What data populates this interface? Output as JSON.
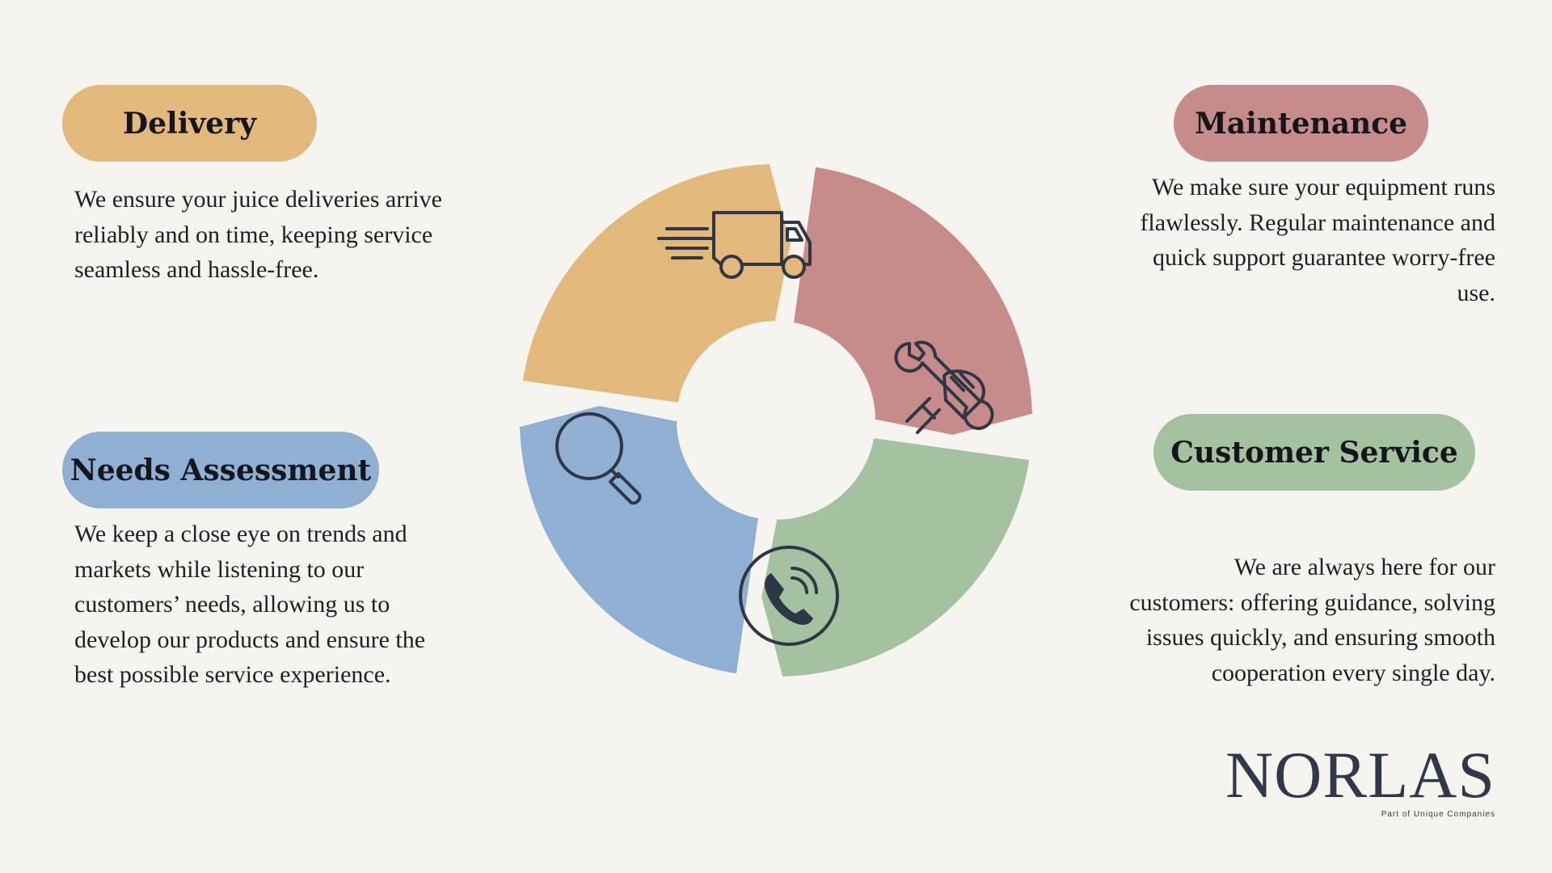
{
  "colors": {
    "background": "#f6f4ef",
    "delivery": "#e3b87b",
    "maintenance": "#c78c89",
    "needs": "#8fafd3",
    "service": "#a4c2a0",
    "icon": "#2f3646",
    "brand": "#2f394b"
  },
  "sections": {
    "delivery": {
      "title": "Delivery",
      "icon": "truck-icon",
      "lines": [
        "We ensure your juice deliveries arrive",
        "reliably and on time, keeping service",
        "seamless and hassle-free."
      ]
    },
    "maintenance": {
      "title": "Maintenance",
      "icon": "wrench-hand-icon",
      "lines": [
        "We make sure your equipment runs",
        "flawlessly. Regular maintenance and",
        "quick support guarantee worry-free",
        "use."
      ]
    },
    "needs": {
      "title": "Needs Assessment",
      "icon": "magnifier-icon",
      "lines": [
        "We keep a close eye on trends and",
        "markets while listening to our",
        "customers’ needs, allowing us to",
        "develop our products and ensure the",
        "best possible service experience."
      ]
    },
    "service": {
      "title": "Customer Service",
      "icon": "phone-icon",
      "lines": [
        "We are always here for our",
        "customers: offering guidance, solving",
        "issues quickly, and ensuring smooth",
        "cooperation every single day."
      ]
    }
  },
  "brand": {
    "name": "NORLAS",
    "tagline": "Part of Unique Companies"
  }
}
